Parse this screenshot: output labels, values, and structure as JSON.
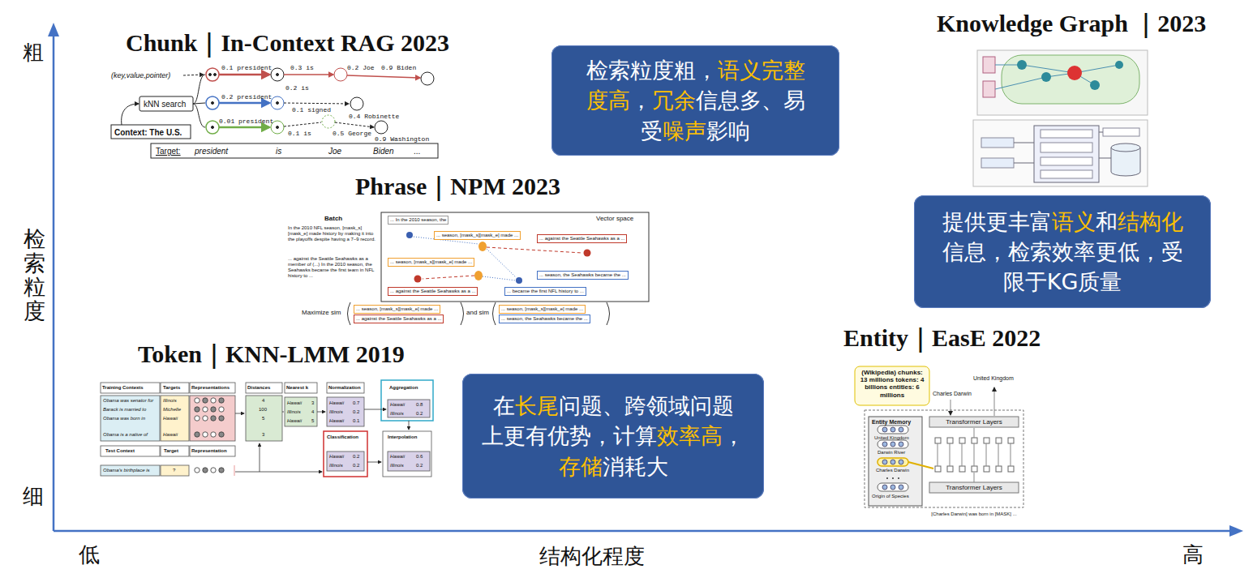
{
  "diagram": {
    "nodes": [
      {
        "text": [
          "检索粒度粗，语义完整度高，冗余信息多、易受噪声影响"
        ]
      },
      {
        "text": [
          "提供更丰富语义和结构化信息，检索效率更低，受限于KG质量"
        ]
      },
      {
        "text": [
          "在长尾问题、跨领域问题上更有优势，计算效率高，存储消耗大"
        ]
      }
    ],
    "labels": [
      "粗",
      "检索粒度",
      "细",
      "低",
      "结构化程度",
      "高",
      "Chunk｜In-Context RAG 2023",
      "Phrase｜NPM 2023",
      "Token｜KNN-LMM 2019",
      "Knowledge Graph ｜2023",
      "Entity｜EasE 2022",
      "(key,value,pointer)",
      "kNN search",
      "Context: The U.S.",
      "Target:",
      "president",
      "is",
      "Joe",
      "Biden",
      "...",
      "0.1 president",
      "0.3 is",
      "0.2 Joe",
      "0.9 Biden",
      "0.2 president",
      "0.2 is",
      "0.1 signed",
      "0.4 Robinette",
      "0.01 president",
      "0.1 is",
      "0.5 George",
      "0.9 Washington",
      "Batch",
      "In the 2010 NFL season, [mask_s][mask_e] made history by making it into the playoffs despite having a 7–9 record.",
      "... against the Seattle Seahawks as a member of (...) In the 2010 season, the Seahawks became the first team in NFL history to ...",
      "Vector space",
      "... In the 2010 season, the",
      "... season, [mask_s][mask_e] made ...",
      "... against the Seattle Seahawks as a ...",
      "... season, [mask_s][mask_e] made ...",
      "... season, the Seahawks became the ...",
      "... against the Seattle Seahawks as a ...",
      "... became the first NFL history to ...",
      "Maximize sim",
      "... season, [mask_s][mask_e] made ...",
      "... against the Seattle Seahawks as a ...",
      "and sim",
      "... season, [mask_s][mask_e] made ...",
      "... season, the Seahawks became the ...",
      "Training Contexts",
      "Targets",
      "Representations",
      "Distances",
      "Nearest k",
      "Normalization",
      "Aggregation",
      "Obama was senator for",
      "Illinois",
      "Barack is married to",
      "Michelle",
      "Obama was born in",
      "Hawaii",
      "Obama is a native of",
      "Hawaii",
      "4",
      "100",
      "5",
      "3",
      "Hawaii",
      "3",
      "Illinois",
      "4",
      "Hawaii",
      "5",
      "Hawaii",
      "0.7",
      "Illinois",
      "0.2",
      "Hawaii",
      "0.1",
      "Hawaii",
      "0.8",
      "Illinois",
      "0.2",
      "Test Context",
      "Target",
      "Representation",
      "Obama's birthplace is",
      "?",
      "Classification",
      "Hawaii",
      "0.2",
      "Illinois",
      "0.2",
      "Interpolation",
      "Hawaii",
      "0.6",
      "Illinois",
      "0.2",
      "(Wikipedia) chunks: 13 millions tokens: 4 billions entities: 6 millions",
      "Charles Darwin",
      "United Kingdom",
      "Entity Memory",
      "United Kingdom",
      "Darwin River",
      "Charles Darwin",
      "Origin of Species",
      "Transformer Layers",
      "Transformer Layers",
      "[Charles Darwin] was born in [MASK] ..."
    ]
  }
}
